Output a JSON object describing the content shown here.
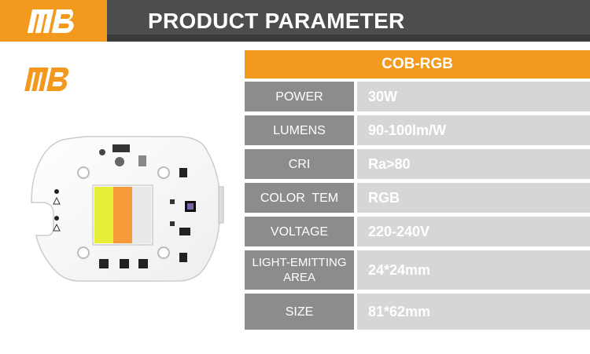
{
  "header": {
    "title": "PRODUCT PARAMETER",
    "logo_icon": "mb-brand-logo-icon",
    "accent_color": "#f39a1e",
    "bar_color": "#4d4d4d"
  },
  "product_image": {
    "icon": "cob-led-chip-board-icon"
  },
  "table": {
    "header": "COB-RGB",
    "rows": [
      {
        "label": "POWER",
        "value": "30W"
      },
      {
        "label": "LUMENS",
        "value": "90-100lm/W"
      },
      {
        "label": "CRI",
        "value": "Ra>80"
      },
      {
        "label": "COLOR  TEM",
        "value": "RGB"
      },
      {
        "label": "VOLTAGE",
        "value": "220-240V"
      },
      {
        "label": "LIGHT-EMITTING AREA",
        "value": "24*24mm"
      },
      {
        "label": "SIZE",
        "value": "81*62mm"
      }
    ]
  }
}
